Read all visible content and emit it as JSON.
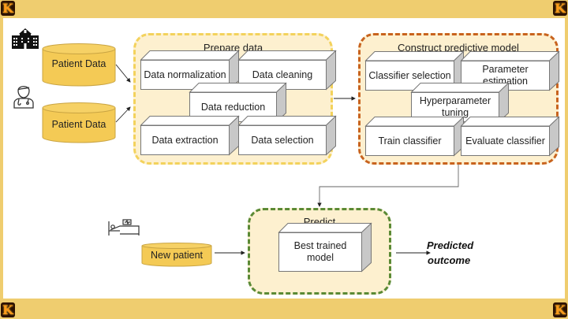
{
  "colors": {
    "frame": "#efcd6f",
    "prepare_border": "#f3d25c",
    "construct_border": "#c8631e",
    "predict_border": "#5b8a35",
    "group_fill": "#fdf0cf",
    "cylinder_fill": "#f4ca55"
  },
  "inputs": {
    "sources": [
      {
        "label": "Patient Data",
        "icon": "hospital-icon"
      },
      {
        "label": "Patient Data",
        "icon": "doctor-icon"
      }
    ],
    "new_patient": {
      "label": "New patient",
      "icon": "patient-bed-icon"
    }
  },
  "prepare": {
    "title": "Prepare data",
    "steps": [
      "Data normalization",
      "Data cleaning",
      "Data reduction",
      "Data extraction",
      "Data selection"
    ]
  },
  "construct": {
    "title": "Construct predictive model",
    "steps": [
      "Classifier selection",
      "Parameter estimation",
      "Hyperparameter tuning",
      "Train classifier",
      "Evaluate classifier"
    ]
  },
  "predict": {
    "title": "Predict",
    "model": "Best trained model"
  },
  "output": {
    "line1": "Predicted",
    "line2": "outcome"
  },
  "frame_badges": {
    "glyph": "K"
  }
}
